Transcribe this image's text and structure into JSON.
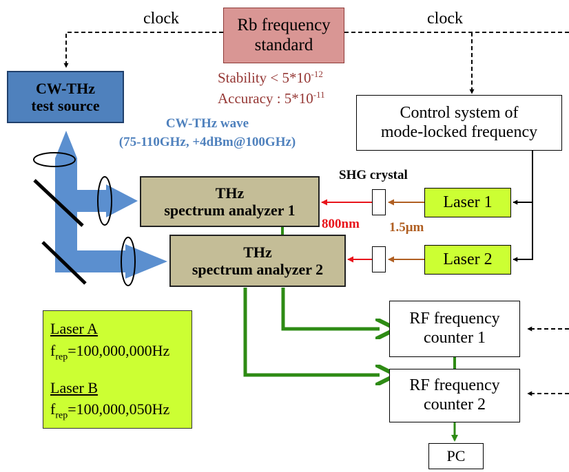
{
  "labels": {
    "clock_left": "clock",
    "clock_right": "clock",
    "rb_line1": "Rb frequency",
    "rb_line2": "standard",
    "stability_text": "Stability < 5*10",
    "stability_exp": "-12",
    "accuracy_text": "Accuracy : 5*10",
    "accuracy_exp": "-11",
    "cw_line1": "CW-THz",
    "cw_line2": "test source",
    "wave_line1": "CW-THz wave",
    "wave_line2": "(75-110GHz, +4dBm@100GHz)",
    "control_line1": "Control system of",
    "control_line2": "mode-locked frequency",
    "shg": "SHG crystal",
    "sa1_line1": "THz",
    "sa1_line2": "spectrum analyzer 1",
    "sa2_line1": "THz",
    "sa2_line2": "spectrum analyzer 2",
    "laser1": "Laser 1",
    "laser2": "Laser 2",
    "wl_800": "800nm",
    "wl_1500": "1.5μm",
    "rf1_line1": "RF frequency",
    "rf1_line2": "counter 1",
    "rf2_line1": "RF frequency",
    "rf2_line2": "counter 2",
    "pc": "PC"
  },
  "params": {
    "laser_a": "Laser A",
    "laser_a_sym": "f",
    "laser_a_sub": "rep",
    "laser_a_val": "=100,000,000Hz",
    "laser_b": "Laser B",
    "laser_b_sym": "f",
    "laser_b_sub": "rep",
    "laser_b_val": "=100,000,050Hz"
  },
  "colors": {
    "rb_fill": "#d99694",
    "cw_fill": "#4f81bd",
    "analyzer_fill": "#c4bd97",
    "laser_fill": "#ccff33",
    "rf_signal": "#2e8b14",
    "beam_800nm": "#e8141b",
    "beam_1500nm": "#b05f22",
    "thz_beam": "#5b8fcf"
  }
}
